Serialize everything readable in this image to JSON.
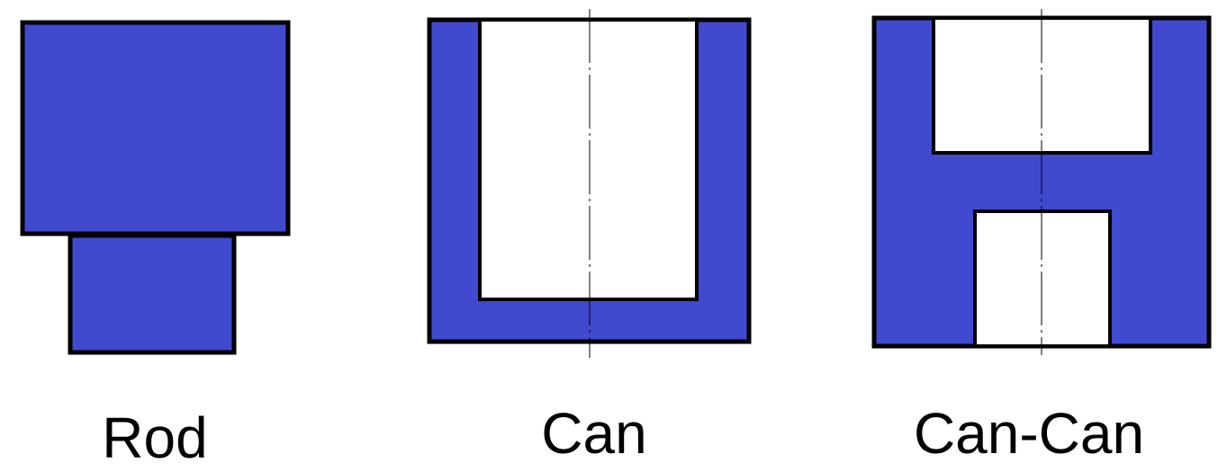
{
  "colors": {
    "fill": "#4149CE",
    "outline": "#000000",
    "hollow": "#FFFFFF",
    "background": "#FFFFFF"
  },
  "diagrams": [
    {
      "id": "rod",
      "label": "Rod"
    },
    {
      "id": "can",
      "label": "Can"
    },
    {
      "id": "can-can",
      "label": "Can-Can"
    }
  ]
}
